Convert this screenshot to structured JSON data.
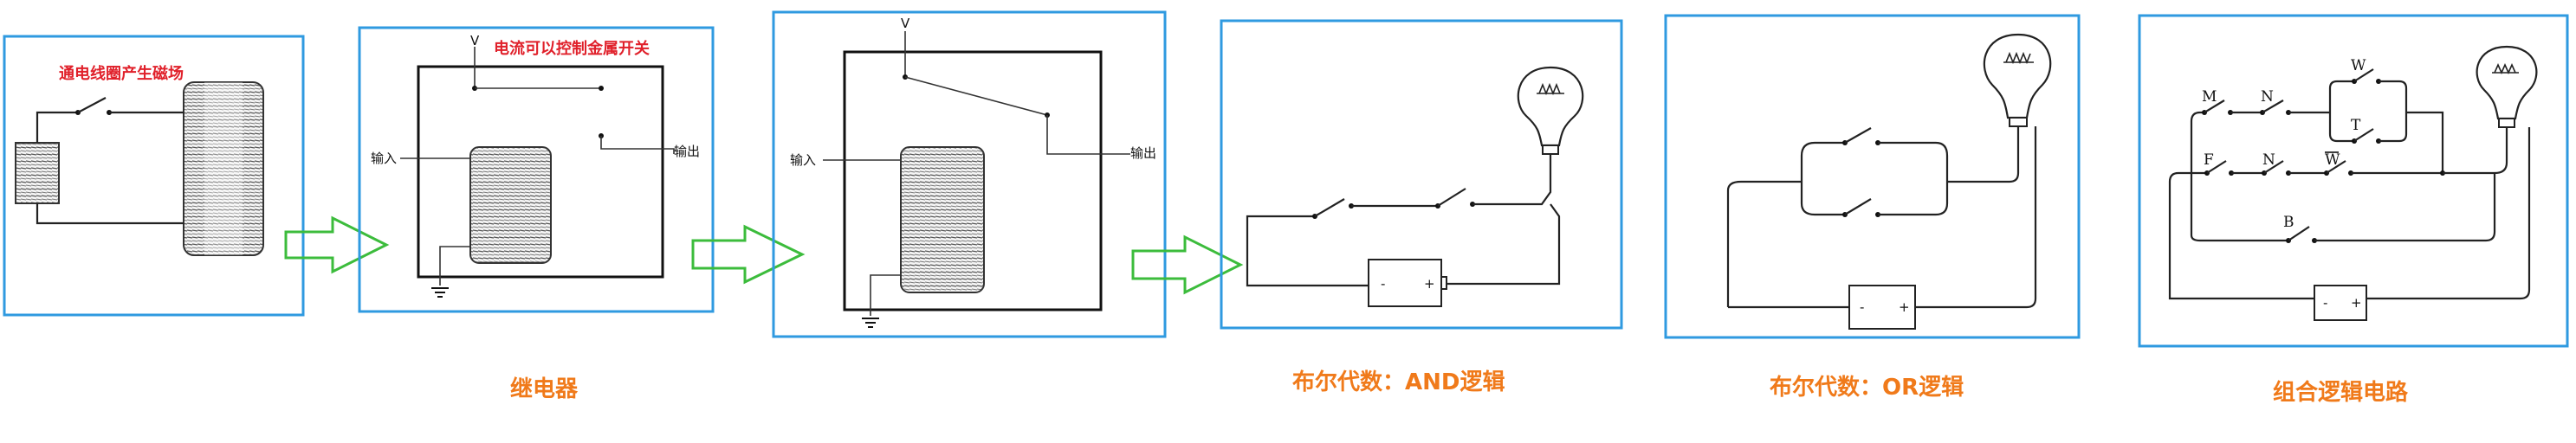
{
  "panels": {
    "p1": {
      "label": "通电线圈产生磁场"
    },
    "p2": {
      "label": "电流可以控制金属开关",
      "v_label": "V",
      "in_label": "输入",
      "out_label": "输出"
    },
    "p3": {
      "v_label": "V",
      "in_label": "输入",
      "out_label": "输出"
    },
    "p4": {
      "minus": "-",
      "plus": "+"
    },
    "p5": {
      "minus": "-",
      "plus": "+"
    },
    "p6": {
      "switches": {
        "m": "M",
        "n1": "N",
        "w1": "W",
        "t": "T",
        "f": "F",
        "n2": "N",
        "w2": "W",
        "b": "B"
      },
      "minus": "-",
      "plus": "+"
    }
  },
  "captions": {
    "relay": "继电器",
    "and": "布尔代数：AND逻辑",
    "or": "布尔代数：OR逻辑",
    "combo": "组合逻辑电路"
  },
  "colors": {
    "frame": "#2f9ae0",
    "arrow": "#3cbc3c",
    "red_label": "#e0202a",
    "caption": "#f07a1a"
  },
  "icons": {
    "arrow": "hollow-right-arrow-icon",
    "bulb": "light-bulb-icon",
    "battery": "battery-icon",
    "ground": "ground-icon",
    "coil": "coil-icon"
  }
}
